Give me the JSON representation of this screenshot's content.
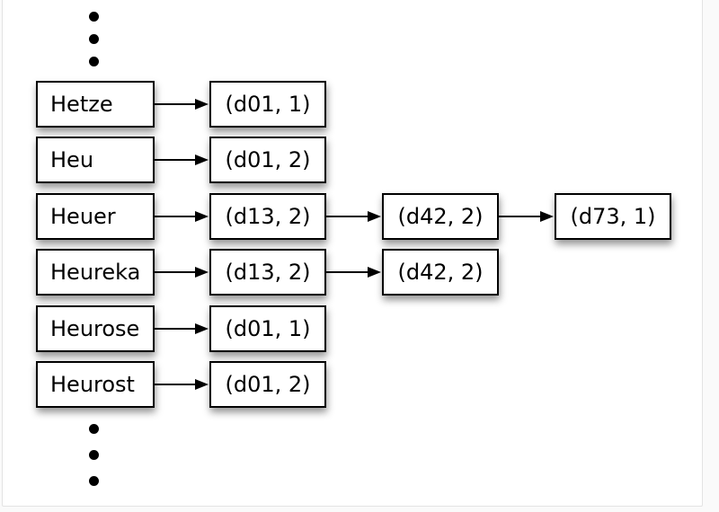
{
  "window": {
    "background_color": "#fafafa",
    "page_background_color": "#ffffff",
    "page_border_color": "#e3e3e3"
  },
  "diagram": {
    "kind": "inverted-index dictionary with posting-list chains",
    "box_border_color": "#000000",
    "text_color": "#000000",
    "arrow_color": "#000000",
    "rows": [
      {
        "term": "Hetze",
        "postings": [
          "(d01, 1)"
        ]
      },
      {
        "term": "Heu",
        "postings": [
          "(d01, 2)"
        ]
      },
      {
        "term": "Heuer",
        "postings": [
          "(d13, 2)",
          "(d42, 2)",
          "(d73, 1)"
        ]
      },
      {
        "term": "Heureka",
        "postings": [
          "(d13, 2)",
          "(d42, 2)"
        ]
      },
      {
        "term": "Heurose",
        "postings": [
          "(d01, 1)"
        ]
      },
      {
        "term": "Heurost",
        "postings": [
          "(d01, 2)"
        ]
      }
    ]
  }
}
